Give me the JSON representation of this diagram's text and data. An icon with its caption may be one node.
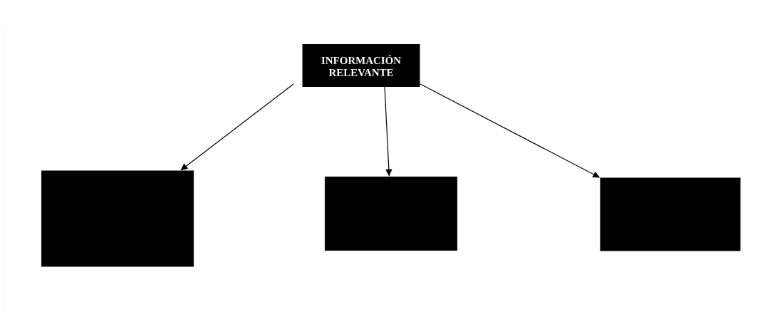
{
  "diagram": {
    "nodes": [
      {
        "text": [
          "INFORMACIÓN RELEVANTE"
        ]
      },
      {
        "text": [],
        "shape": "box"
      },
      {
        "text": [],
        "shape": "box"
      },
      {
        "text": [],
        "shape": "box"
      }
    ],
    "edges": [
      {
        "from": 0,
        "to": 1,
        "arrow": "to"
      },
      {
        "from": 0,
        "to": 2,
        "arrow": "to"
      },
      {
        "from": 0,
        "to": 3,
        "arrow": "to"
      }
    ]
  }
}
